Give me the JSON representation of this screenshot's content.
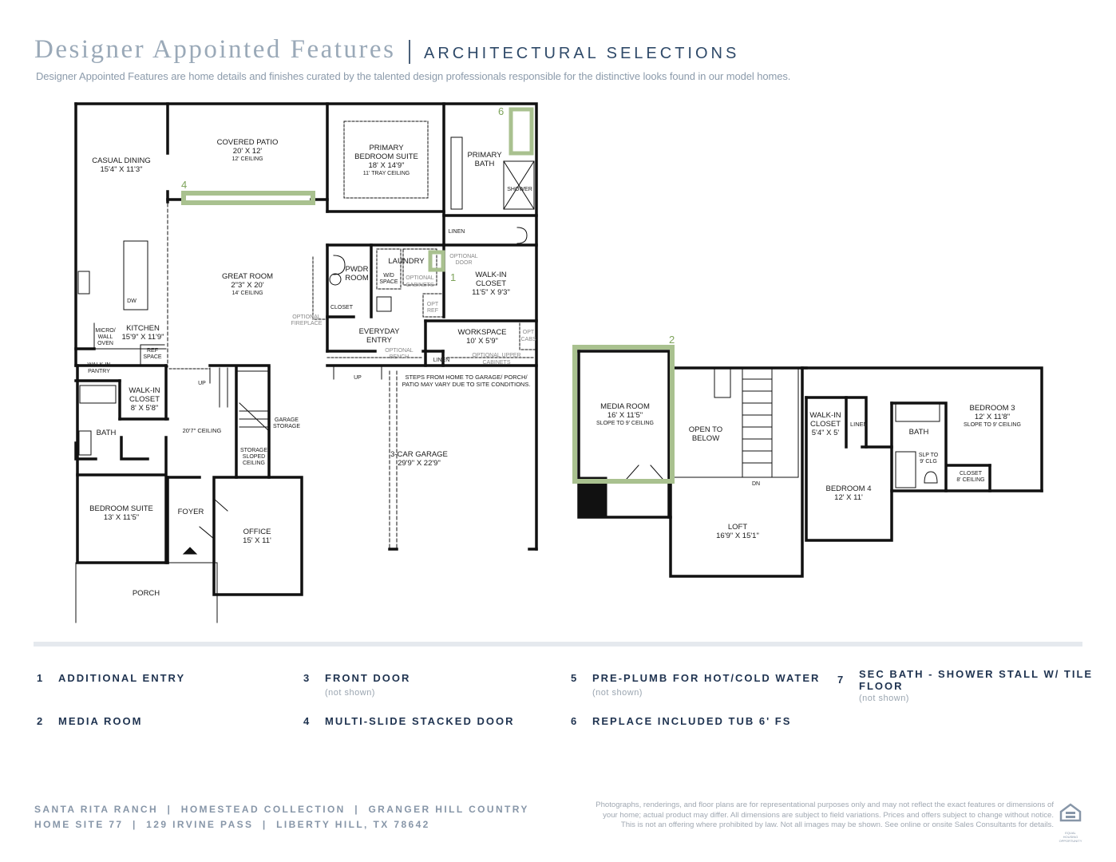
{
  "header": {
    "title": "Designer Appointed Features",
    "section": "ARCHITECTURAL SELECTIONS",
    "subtitle": "Designer Appointed Features are home details and finishes curated by the talented design professionals responsible for the distinctive looks found in our model homes."
  },
  "colors": {
    "highlight": "#a9c18f",
    "highlight_text": "#7da35a",
    "title_gray": "#9aa9b8",
    "navy": "#1f3350"
  },
  "floorplan_first": {
    "casual_dining": {
      "name": "CASUAL DINING",
      "dims": "15'4\" X 11'3\""
    },
    "covered_patio": {
      "name": "COVERED PATIO",
      "dims": "20' X 12'",
      "note": "12' CEILING"
    },
    "primary_suite": {
      "name1": "PRIMARY",
      "name2": "BEDROOM SUITE",
      "dims": "18' X 14'9\"",
      "note": "11' TRAY CEILING"
    },
    "primary_bath": {
      "name1": "PRIMARY",
      "name2": "BATH",
      "shower": "SHOWER"
    },
    "great_room": {
      "name": "GREAT ROOM",
      "dims": "2\"3\" X 20'",
      "note": "14' CEILING"
    },
    "linen_top": "LINEN",
    "pwdr": {
      "name1": "PWDR",
      "name2": "ROOM"
    },
    "laundry": "LAUNDRY",
    "wd1": "W/D",
    "wd2": "SPACE",
    "opt_cab1": "OPTIONAL",
    "opt_cab2": "CABINETS",
    "opt_door1": "OPTIONAL",
    "opt_door2": "DOOR",
    "walkin_primary": {
      "name1": "WALK-IN",
      "name2": "CLOSET",
      "dims": "11'5\" X 9'3\""
    },
    "closet_small": "CLOSET",
    "opt_ref1": "OPT",
    "opt_ref2": "REF",
    "opt_fire1": "OPTIONAL",
    "opt_fire2": "FIREPLACE",
    "everyday_entry": {
      "name1": "EVERYDAY",
      "name2": "ENTRY"
    },
    "opt_bench1": "OPTIONAL",
    "opt_bench2": "BENCH",
    "workspace": {
      "name": "WORKSPACE",
      "dims": "10' X 5'9\""
    },
    "opt_cabs1": "OPT",
    "opt_cabs2": "CABS",
    "linen_lower": "LINEN",
    "opt_upper1": "OPTIONAL UPPER",
    "opt_upper2": "CABINETS",
    "micro1": "MICRO/",
    "micro2": "WALL",
    "micro3": "OVEN",
    "kitchen": {
      "name": "KITCHEN",
      "dims": "15'9\" X 11'9\""
    },
    "ref1": "REF",
    "ref2": "SPACE",
    "dw": "DW",
    "walkin_pantry1": "WALK-IN",
    "walkin_pantry2": "PANTRY",
    "walkin_closet2": {
      "name1": "WALK-IN",
      "name2": "CLOSET",
      "dims": "8' X 5'8\""
    },
    "bath": "BATH",
    "ceiling_207": "20'7\" CEILING",
    "up_left": "UP",
    "up_mid": "UP",
    "garage_storage1": "GARAGE",
    "garage_storage2": "STORAGE",
    "storage_sloped1": "STORAGE",
    "storage_sloped2": "SLOPED",
    "storage_sloped3": "CEILING",
    "steps_note1": "STEPS FROM HOME TO GARAGE/ PORCH/",
    "steps_note2": "PATIO MAY VARY DUE TO SITE CONDITIONS.",
    "garage": {
      "name": "3-CAR GARAGE",
      "dims": "29'9\" X 22'9\""
    },
    "bedroom_suite": {
      "name": "BEDROOM SUITE",
      "dims": "13' X 11'5\""
    },
    "foyer": "FOYER",
    "office": {
      "name": "OFFICE",
      "dims": "15' X 11'"
    },
    "porch": "PORCH"
  },
  "floorplan_second": {
    "media_room": {
      "name": "MEDIA ROOM",
      "dims": "16' X 11'5\"",
      "note": "SLOPE TO 9' CEILING"
    },
    "open_below1": "OPEN TO",
    "open_below2": "BELOW",
    "dn": "DN",
    "loft": {
      "name": "LOFT",
      "dims": "16'9\" X 15'1\""
    },
    "walkin_closet": {
      "name1": "WALK-IN",
      "name2": "CLOSET",
      "dims": "5'4\" X 5'"
    },
    "linen": "LINEN",
    "bath": "BATH",
    "bedroom3": {
      "name": "BEDROOM 3",
      "dims": "12' X 11'8\"",
      "note": "SLOPE TO 9' CEILING"
    },
    "slp1": "SLP TO",
    "slp2": "9' CLG",
    "closet1": "CLOSET",
    "closet2": "8' CEILING",
    "bedroom4": {
      "name": "BEDROOM 4",
      "dims": "12' X 11'"
    }
  },
  "markers": [
    "1",
    "2",
    "4",
    "6"
  ],
  "legend": [
    {
      "num": "1",
      "label": "ADDITIONAL ENTRY",
      "sub": ""
    },
    {
      "num": "2",
      "label": "MEDIA ROOM",
      "sub": ""
    },
    {
      "num": "3",
      "label": "FRONT DOOR",
      "sub": "(not shown)"
    },
    {
      "num": "4",
      "label": "MULTI-SLIDE STACKED DOOR",
      "sub": ""
    },
    {
      "num": "5",
      "label": "PRE-PLUMB FOR HOT/COLD WATER",
      "sub": "(not shown)"
    },
    {
      "num": "6",
      "label": "REPLACE INCLUDED TUB 6' FS",
      "sub": ""
    },
    {
      "num": "7",
      "label_line1": "SEC BATH - SHOWER STALL W/ TILE",
      "label_line2": "FLOOR",
      "sub": "(not shown)"
    }
  ],
  "footer": {
    "line1": "SANTA RITA RANCH  |  HOMESTEAD COLLECTION  |  GRANGER HILL COUNTRY",
    "line2": "HOME SITE 77  |  129 IRVINE PASS  |  LIBERTY HILL, TX 78642",
    "disclaimer1": "Photographs, renderings, and floor plans are for representational purposes only and may not reflect the exact features or dimensions of",
    "disclaimer2": "your home; actual product may differ. All dimensions are subject to field variations. Prices and offers subject to change without notice.",
    "disclaimer3": "This is not an offering where prohibited by law. Not all images may be shown. See online or onsite Sales Consultants for details.",
    "logo_text": "EQUAL HOUSING OPPORTUNITY"
  }
}
